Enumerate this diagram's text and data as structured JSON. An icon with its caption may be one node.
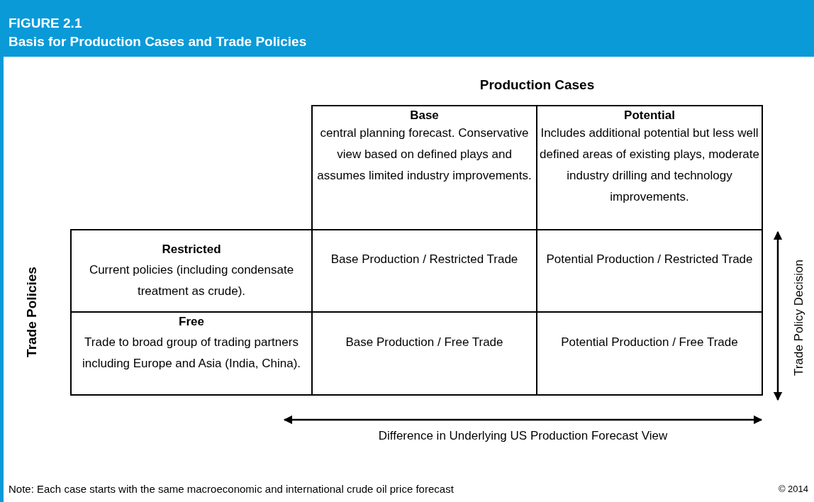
{
  "diagram": {
    "title": "Basis for Production Cases and Trade Policies",
    "caption": "Note: Each case starts with the same macroeconomic and international crude oil price forecast",
    "labels": [
      "FIGURE 2.1",
      "Production Cases",
      "Base",
      "central planning forecast. Conservative view based on defined plays and assumes limited industry improvements.",
      "Potential",
      "Includes additional potential but less well defined areas of existing plays, moderate industry drilling and technology improvements.",
      "Trade Policies",
      "Restricted",
      "Current policies (including condensate treatment as crude).",
      "Base Production / Restricted Trade",
      "Potential Production / Restricted Trade",
      "Trade Policy Decision",
      "Free",
      "Trade to broad group of trading partners including Europe and Asia (India, China).",
      "Base Production / Free Trade",
      "Potential Production / Free Trade",
      "Difference in Underlying US Production Forecast View",
      "© 2014"
    ]
  }
}
